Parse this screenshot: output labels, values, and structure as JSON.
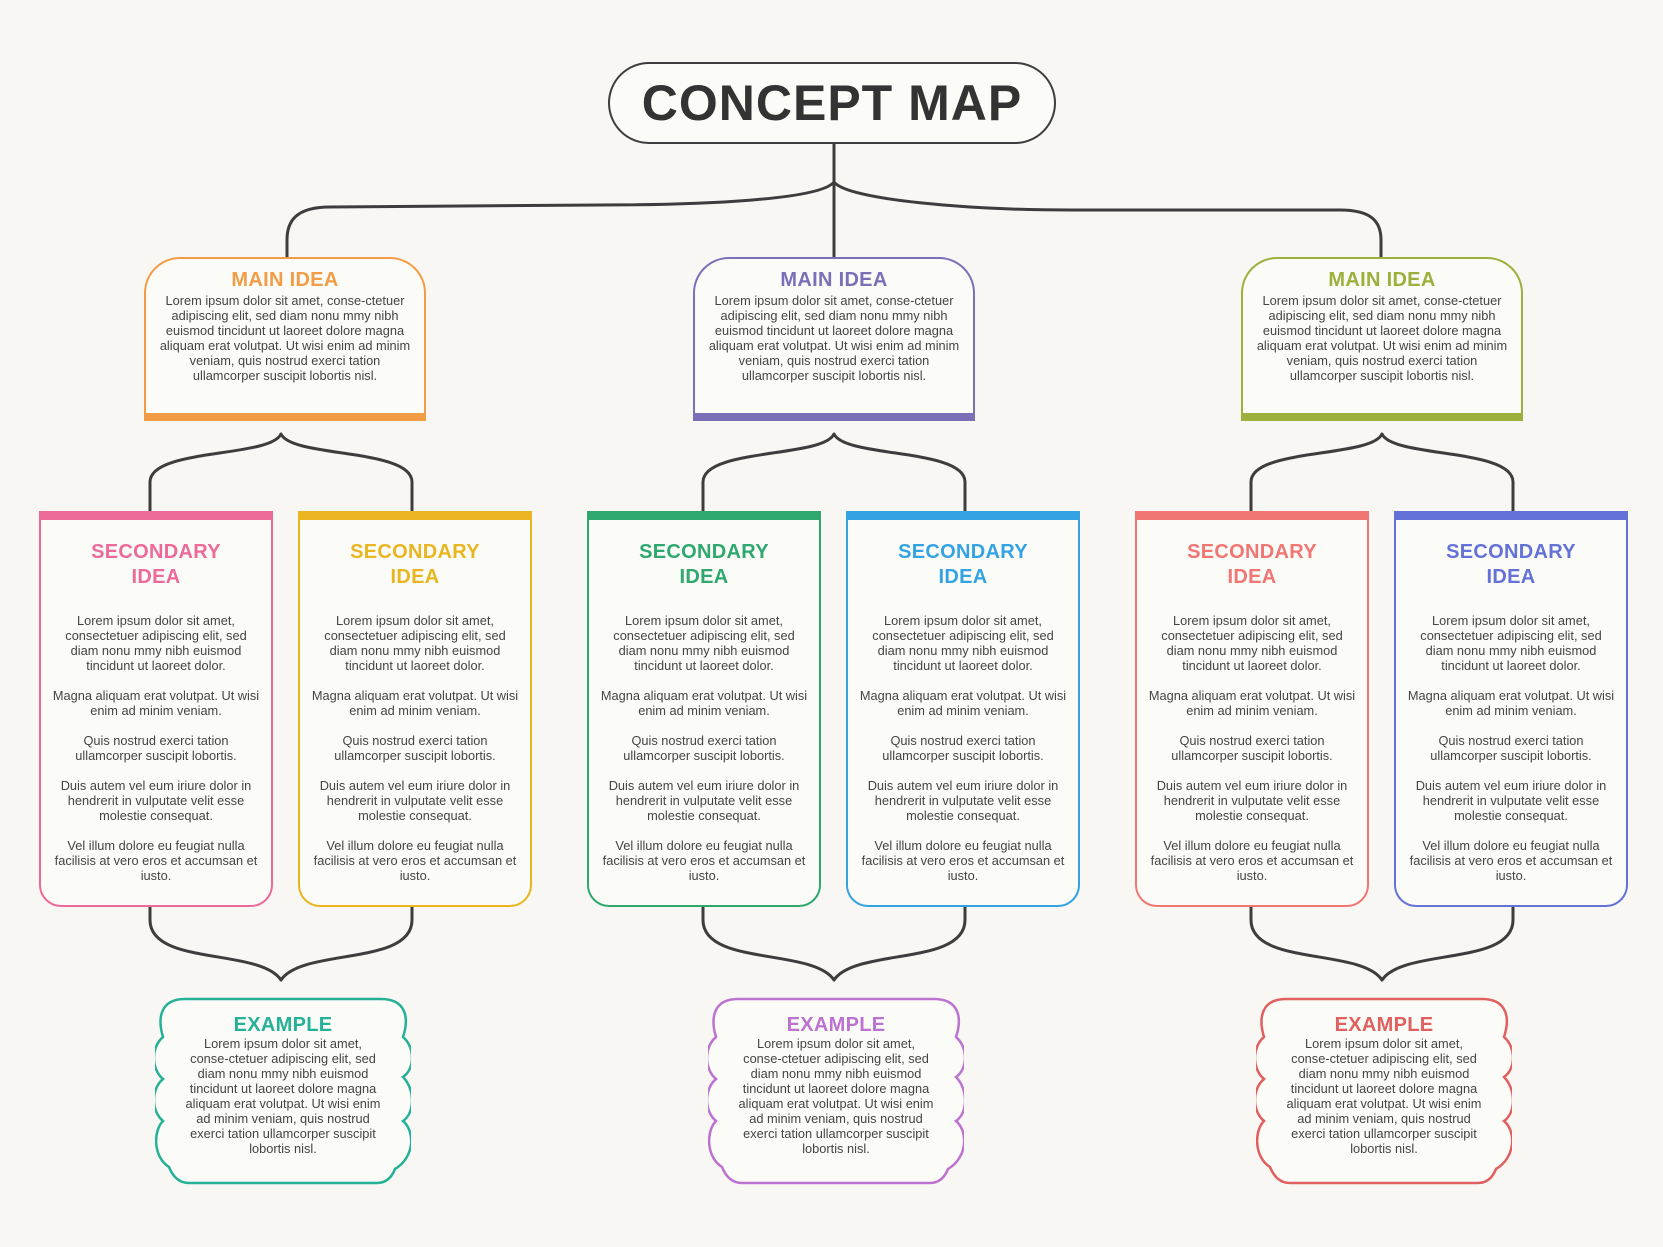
{
  "title": "CONCEPT MAP",
  "colors": {
    "line": "#3d3d3d",
    "main": [
      "#f29d45",
      "#7b70b8",
      "#9db03d"
    ],
    "secondary": [
      "#ec6a9a",
      "#e9b622",
      "#2ea86e",
      "#34a3e3",
      "#f07674",
      "#6472d8"
    ],
    "example": [
      "#25b197",
      "#bc72cf",
      "#e0605f"
    ]
  },
  "main_ideas": [
    {
      "heading": "MAIN IDEA",
      "body": "Lorem ipsum dolor sit amet, conse-ctetuer adipiscing elit, sed diam nonu mmy nibh euismod tincidunt ut laoreet dolore magna aliquam erat volutpat. Ut wisi enim ad minim veniam, quis nostrud exerci tation ullamcorper suscipit lobortis nisl."
    },
    {
      "heading": "MAIN IDEA",
      "body": "Lorem ipsum dolor sit amet, conse-ctetuer adipiscing elit, sed diam nonu mmy nibh euismod tincidunt ut laoreet dolore magna aliquam erat volutpat. Ut wisi enim ad minim veniam, quis nostrud exerci tation ullamcorper suscipit lobortis nisl."
    },
    {
      "heading": "MAIN IDEA",
      "body": "Lorem ipsum dolor sit amet, conse-ctetuer adipiscing elit, sed diam nonu mmy nibh euismod tincidunt ut laoreet dolore magna aliquam erat volutpat. Ut wisi enim ad minim veniam, quis nostrud exerci tation ullamcorper suscipit lobortis nisl."
    }
  ],
  "secondary_ideas": [
    {
      "heading_1": "SECONDARY",
      "heading_2": "IDEA",
      "p1": "Lorem ipsum dolor sit amet, consectetuer adipiscing elit, sed diam nonu mmy nibh euismod tincidunt ut laoreet dolor.",
      "p2": "Magna aliquam erat volutpat. Ut wisi enim ad minim veniam.",
      "p3": "Quis nostrud exerci tation ullamcorper suscipit lobortis.",
      "p4": "Duis autem vel eum iriure dolor in hendrerit in vulputate velit esse molestie consequat.",
      "p5": "Vel illum dolore eu feugiat nulla facilisis at vero eros et accumsan et iusto."
    },
    {
      "heading_1": "SECONDARY",
      "heading_2": "IDEA",
      "p1": "Lorem ipsum dolor sit amet, consectetuer adipiscing elit, sed diam nonu mmy nibh euismod tincidunt ut laoreet dolor.",
      "p2": "Magna aliquam erat volutpat. Ut wisi enim ad minim veniam.",
      "p3": "Quis nostrud exerci tation ullamcorper suscipit lobortis.",
      "p4": "Duis autem vel eum iriure dolor in hendrerit in vulputate velit esse molestie consequat.",
      "p5": "Vel illum dolore eu feugiat nulla facilisis at vero eros et accumsan et iusto."
    },
    {
      "heading_1": "SECONDARY",
      "heading_2": "IDEA",
      "p1": "Lorem ipsum dolor sit amet, consectetuer adipiscing elit, sed diam nonu mmy nibh euismod tincidunt ut laoreet dolor.",
      "p2": "Magna aliquam erat volutpat. Ut wisi enim ad minim veniam.",
      "p3": "Quis nostrud exerci tation ullamcorper suscipit lobortis.",
      "p4": "Duis autem vel eum iriure dolor in hendrerit in vulputate velit esse molestie consequat.",
      "p5": "Vel illum dolore eu feugiat nulla facilisis at vero eros et accumsan et iusto."
    },
    {
      "heading_1": "SECONDARY",
      "heading_2": "IDEA",
      "p1": "Lorem ipsum dolor sit amet, consectetuer adipiscing elit, sed diam nonu mmy nibh euismod tincidunt ut laoreet dolor.",
      "p2": "Magna aliquam erat volutpat. Ut wisi enim ad minim veniam.",
      "p3": "Quis nostrud exerci tation ullamcorper suscipit lobortis.",
      "p4": "Duis autem vel eum iriure dolor in hendrerit in vulputate velit esse molestie consequat.",
      "p5": "Vel illum dolore eu feugiat nulla facilisis at vero eros et accumsan et iusto."
    },
    {
      "heading_1": "SECONDARY",
      "heading_2": "IDEA",
      "p1": "Lorem ipsum dolor sit amet, consectetuer adipiscing elit, sed diam nonu mmy nibh euismod tincidunt ut laoreet dolor.",
      "p2": "Magna aliquam erat volutpat. Ut wisi enim ad minim veniam.",
      "p3": "Quis nostrud exerci tation ullamcorper suscipit lobortis.",
      "p4": "Duis autem vel eum iriure dolor in hendrerit in vulputate velit esse molestie consequat.",
      "p5": "Vel illum dolore eu feugiat nulla facilisis at vero eros et accumsan et iusto."
    },
    {
      "heading_1": "SECONDARY",
      "heading_2": "IDEA",
      "p1": "Lorem ipsum dolor sit amet, consectetuer adipiscing elit, sed diam nonu mmy nibh euismod tincidunt ut laoreet dolor.",
      "p2": "Magna aliquam erat volutpat. Ut wisi enim ad minim veniam.",
      "p3": "Quis nostrud exerci tation ullamcorper suscipit lobortis.",
      "p4": "Duis autem vel eum iriure dolor in hendrerit in vulputate velit esse molestie consequat.",
      "p5": "Vel illum dolore eu feugiat nulla facilisis at vero eros et accumsan et iusto."
    }
  ],
  "examples": [
    {
      "heading": "EXAMPLE",
      "body": "Lorem ipsum dolor sit amet, conse-ctetuer adipiscing elit, sed diam nonu mmy nibh euismod tincidunt ut laoreet dolore magna aliquam erat volutpat. Ut wisi enim ad minim veniam, quis nostrud exerci tation ullamcorper suscipit lobortis nisl."
    },
    {
      "heading": "EXAMPLE",
      "body": "Lorem ipsum dolor sit amet, conse-ctetuer adipiscing elit, sed diam nonu mmy nibh euismod tincidunt ut laoreet dolore magna aliquam erat volutpat. Ut wisi enim ad minim veniam, quis nostrud exerci tation ullamcorper suscipit lobortis nisl."
    },
    {
      "heading": "EXAMPLE",
      "body": "Lorem ipsum dolor sit amet, conse-ctetuer adipiscing elit, sed diam nonu mmy nibh euismod tincidunt ut laoreet dolore magna aliquam erat volutpat. Ut wisi enim ad minim veniam, quis nostrud exerci tation ullamcorper suscipit lobortis nisl."
    }
  ]
}
